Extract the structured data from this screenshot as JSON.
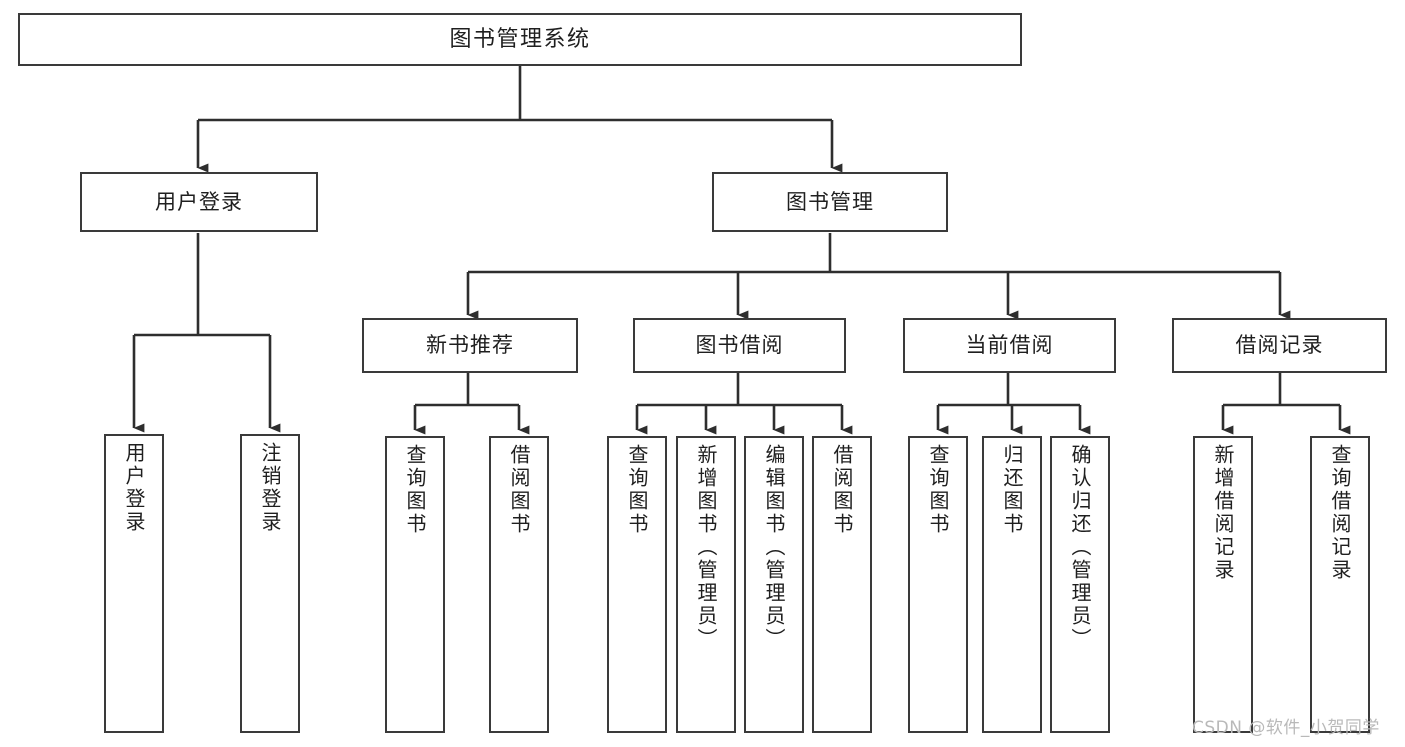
{
  "diagram": {
    "title": "图书管理系统",
    "type": "hierarchy-tree",
    "stroke_color": "#3a3a3a",
    "fill_color": "#ffffff",
    "text_color": "#1f1f1f"
  },
  "nodes": {
    "root": {
      "label": "图书管理系统"
    },
    "level1": [
      {
        "label": "用户登录"
      },
      {
        "label": "图书管理"
      }
    ],
    "level2": [
      {
        "label": "新书推荐"
      },
      {
        "label": "图书借阅"
      },
      {
        "label": "当前借阅"
      },
      {
        "label": "借阅记录"
      }
    ],
    "leaves_user_login": [
      {
        "label": "用户登录"
      },
      {
        "label": "注销登录"
      }
    ],
    "leaves_new_book": [
      {
        "label": "查询图书"
      },
      {
        "label": "借阅图书"
      }
    ],
    "leaves_borrow": [
      {
        "label": "查询图书"
      },
      {
        "label": "新增图书（管理员）"
      },
      {
        "label": "编辑图书（管理员）"
      },
      {
        "label": "借阅图书"
      }
    ],
    "leaves_current": [
      {
        "label": "查询图书"
      },
      {
        "label": "归还图书"
      },
      {
        "label": "确认归还（管理员）"
      }
    ],
    "leaves_records": [
      {
        "label": "新增借阅记录"
      },
      {
        "label": "查询借阅记录"
      }
    ]
  },
  "watermark": {
    "text": "CSDN @软件_小贺同学"
  }
}
